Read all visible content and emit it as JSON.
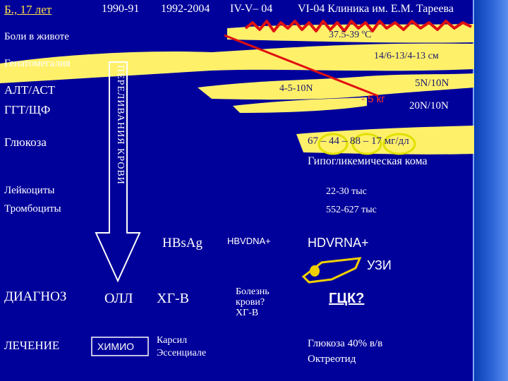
{
  "header": {
    "patient": "Б., 17 лет",
    "period1": "1990-91",
    "period2": "1992-2004",
    "period3": "IV-V– 04",
    "period4": "VI-04 Клиника им. Е.М. Тареева"
  },
  "rows": {
    "pain": "Боли в животе",
    "hepatomegaly": "Гепатомегалия",
    "alt_ast": "АЛТ/АСТ",
    "ggt_alp": "ГГТ/ЩФ",
    "glucose": "Глюкоза",
    "leukocytes": "Лейкоциты",
    "platelets": "Тромбоциты",
    "diagnosis": "ДИАГНОЗ",
    "treatment": "ЛЕЧЕНИЕ"
  },
  "values": {
    "temperature": "37.5-39 ºС",
    "liver_size": "14/6-13/4-13 см",
    "alt_value": "4-5-10N",
    "weight_loss": "- 5 кг",
    "alt_later": "5N/10N",
    "ggt_later": "20N/10N",
    "glucose_values": "67 – 44 – 88 – 17 мг/дл",
    "hypoglycemic_coma": "Гипогликемическая кома",
    "leuko_value": "22-30 тыс",
    "platelet_value": "552-627 тыс",
    "hbsag": "HBsAg",
    "hbvdna": "HBVDNA+",
    "hdvrna": "HDVRNA+",
    "uzi": "УЗИ"
  },
  "diagnosis": {
    "oll": "ОЛЛ",
    "hgv": "ХГ-В",
    "blood_disease_line1": "Болезнь",
    "blood_disease_line2": "крови?",
    "blood_disease_line3": "ХГ-В",
    "gck": "ГЦК?"
  },
  "treatment": {
    "chemo": "ХИМИО",
    "drug1": "Карсил",
    "drug2": "Эссенциале",
    "glucose_infusion": "Глюкоза 40% в/в",
    "octreotide": "Октреотид"
  },
  "arrow_label": "ПЕРЕЛИВАНИЯ КРОВИ",
  "colors": {
    "background": "#00009a",
    "band": "#fff06a",
    "line": "#e01010",
    "text": "#ffffff"
  }
}
